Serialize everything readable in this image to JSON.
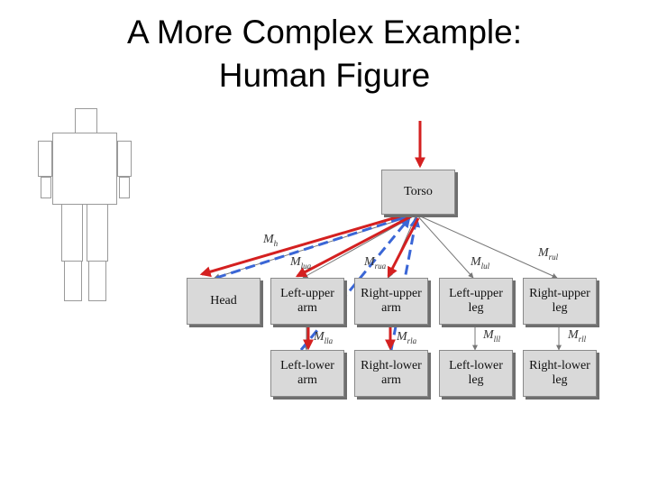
{
  "title": {
    "line1": "A More Complex Example:",
    "line2": "Human Figure"
  },
  "colors": {
    "tree_edge": "#777777",
    "red_arrow": "#d42020",
    "blue_arrow": "#3a66d6",
    "node_fill": "#d9d9d9"
  },
  "nodes": {
    "torso": "Torso",
    "head": "Head",
    "left_upper_arm": "Left-upper arm",
    "right_upper_arm": "Right-upper arm",
    "left_upper_leg": "Left-upper leg",
    "right_upper_leg": "Right-upper leg",
    "left_lower_arm": "Left-lower arm",
    "right_lower_arm": "Right-lower arm",
    "left_lower_leg": "Left-lower leg",
    "right_lower_leg": "Right-lower leg"
  },
  "matrix_labels": {
    "head": {
      "main": "M",
      "sub": "h"
    },
    "left_upper_arm": {
      "main": "M",
      "sub": "lua"
    },
    "right_upper_arm": {
      "main": "M",
      "sub": "rua"
    },
    "left_upper_leg": {
      "main": "M",
      "sub": "lul"
    },
    "right_upper_leg": {
      "main": "M",
      "sub": "rul"
    },
    "left_lower_arm": {
      "main": "M",
      "sub": "lla"
    },
    "right_lower_arm": {
      "main": "M",
      "sub": "rla"
    },
    "left_lower_leg": {
      "main": "M",
      "sub": "lll"
    },
    "right_lower_leg": {
      "main": "M",
      "sub": "rll"
    }
  }
}
